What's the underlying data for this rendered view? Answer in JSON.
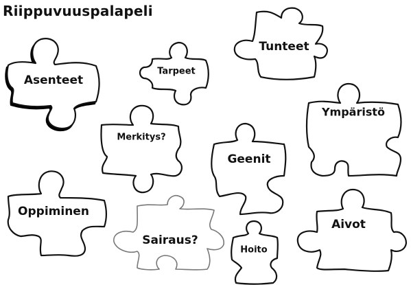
{
  "title": "Riippuvuuspalapeli",
  "pieces": [
    {
      "id": "asenteet",
      "label": "Asenteet"
    },
    {
      "id": "tarpeet",
      "label": "Tarpeet"
    },
    {
      "id": "tunteet",
      "label": "Tunteet"
    },
    {
      "id": "ymparisto",
      "label": "Ympäristö"
    },
    {
      "id": "merkitys",
      "label": "Merkitys?"
    },
    {
      "id": "geenit",
      "label": "Geenit"
    },
    {
      "id": "oppiminen",
      "label": "Oppiminen"
    },
    {
      "id": "sairaus",
      "label": "Sairaus?"
    },
    {
      "id": "hoito",
      "label": "Hoito"
    },
    {
      "id": "aivot",
      "label": "Aivot"
    }
  ]
}
